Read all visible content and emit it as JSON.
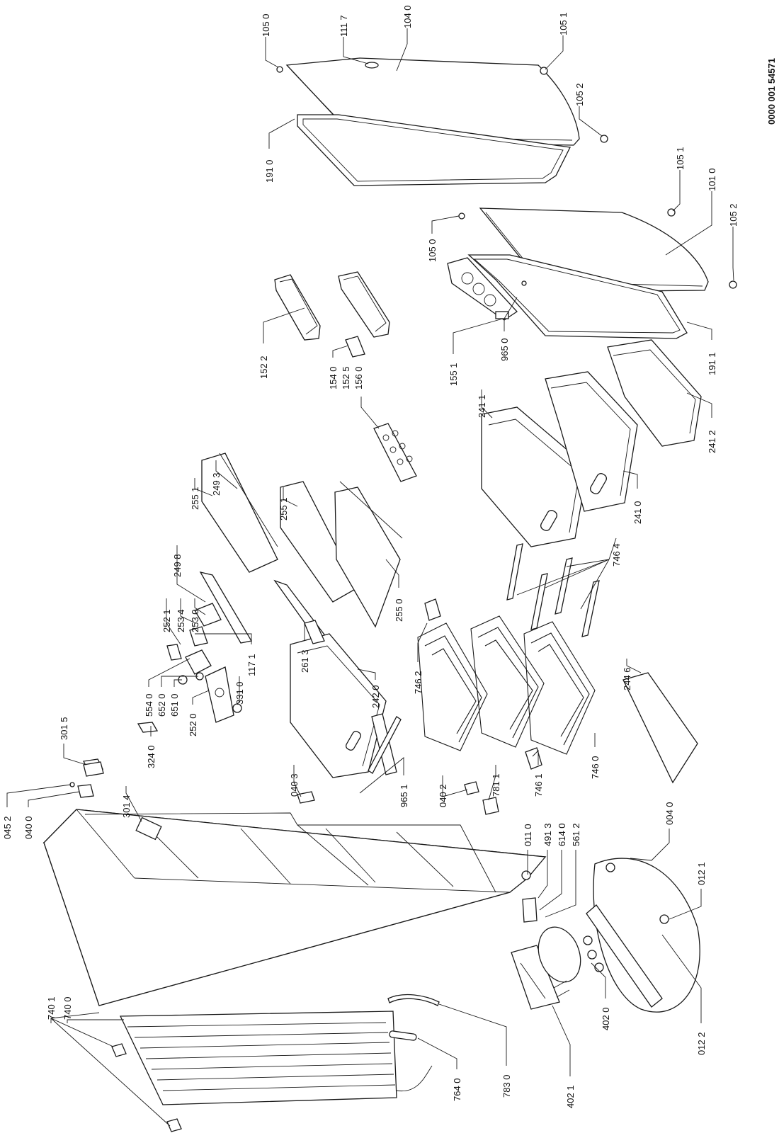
{
  "document": {
    "id": "0000 001 54571"
  },
  "parts": [
    {
      "key": "p1050a",
      "label": "105 0"
    },
    {
      "key": "p1117",
      "label": "111 7"
    },
    {
      "key": "p1040",
      "label": "104 0"
    },
    {
      "key": "p1051a",
      "label": "105 1"
    },
    {
      "key": "p1052a",
      "label": "105 2"
    },
    {
      "key": "p1910",
      "label": "191 0"
    },
    {
      "key": "p1051b",
      "label": "105 1"
    },
    {
      "key": "p1010",
      "label": "101 0"
    },
    {
      "key": "p1050b",
      "label": "105 0"
    },
    {
      "key": "p1052b",
      "label": "105 2"
    },
    {
      "key": "p1522",
      "label": "152 2"
    },
    {
      "key": "p1540",
      "label": "154 0"
    },
    {
      "key": "p1525",
      "label": "152 5"
    },
    {
      "key": "p1560",
      "label": "156 0"
    },
    {
      "key": "p1551",
      "label": "155 1"
    },
    {
      "key": "p9650",
      "label": "965 0"
    },
    {
      "key": "p1911",
      "label": "191 1"
    },
    {
      "key": "p2411",
      "label": "241 1"
    },
    {
      "key": "p2412",
      "label": "241 2"
    },
    {
      "key": "p2410",
      "label": "241 0"
    },
    {
      "key": "p2551a",
      "label": "255 1"
    },
    {
      "key": "p2493",
      "label": "249 3"
    },
    {
      "key": "p2551b",
      "label": "255 1"
    },
    {
      "key": "p2498",
      "label": "249 8"
    },
    {
      "key": "p2521",
      "label": "252 1"
    },
    {
      "key": "p2534",
      "label": "253 4"
    },
    {
      "key": "p2530",
      "label": "253 0"
    },
    {
      "key": "p2550",
      "label": "255 0"
    },
    {
      "key": "p7464",
      "label": "746 4"
    },
    {
      "key": "p2613",
      "label": "261 3"
    },
    {
      "key": "p1171",
      "label": "117 1"
    },
    {
      "key": "p2420",
      "label": "242 0"
    },
    {
      "key": "p7462",
      "label": "746 2"
    },
    {
      "key": "p2446",
      "label": "244 6"
    },
    {
      "key": "p5540",
      "label": "554 0"
    },
    {
      "key": "p6520",
      "label": "652 0"
    },
    {
      "key": "p6510",
      "label": "651 0"
    },
    {
      "key": "p2520",
      "label": "252 0"
    },
    {
      "key": "p3310",
      "label": "331 0"
    },
    {
      "key": "p3015",
      "label": "301 5"
    },
    {
      "key": "p3240",
      "label": "324 0"
    },
    {
      "key": "p0403",
      "label": "040 3"
    },
    {
      "key": "p9651",
      "label": "965 1"
    },
    {
      "key": "p0402",
      "label": "040 2"
    },
    {
      "key": "p7811",
      "label": "781 1"
    },
    {
      "key": "p7461",
      "label": "746 1"
    },
    {
      "key": "p7460",
      "label": "746 0"
    },
    {
      "key": "p3014",
      "label": "301 4"
    },
    {
      "key": "p0452",
      "label": "045 2"
    },
    {
      "key": "p0400",
      "label": "040 0"
    },
    {
      "key": "p0110",
      "label": "011 0"
    },
    {
      "key": "p4913",
      "label": "491 3"
    },
    {
      "key": "p6140",
      "label": "614 0"
    },
    {
      "key": "p5612",
      "label": "561 2"
    },
    {
      "key": "p0040",
      "label": "004 0"
    },
    {
      "key": "p0121",
      "label": "012 1"
    },
    {
      "key": "p0122",
      "label": "012 2"
    },
    {
      "key": "p4020",
      "label": "402 0"
    },
    {
      "key": "p4021",
      "label": "402 1"
    },
    {
      "key": "p7830",
      "label": "783 0"
    },
    {
      "key": "p7640",
      "label": "764 0"
    },
    {
      "key": "p7401",
      "label": "740 1"
    },
    {
      "key": "p7400",
      "label": "740 0"
    }
  ]
}
